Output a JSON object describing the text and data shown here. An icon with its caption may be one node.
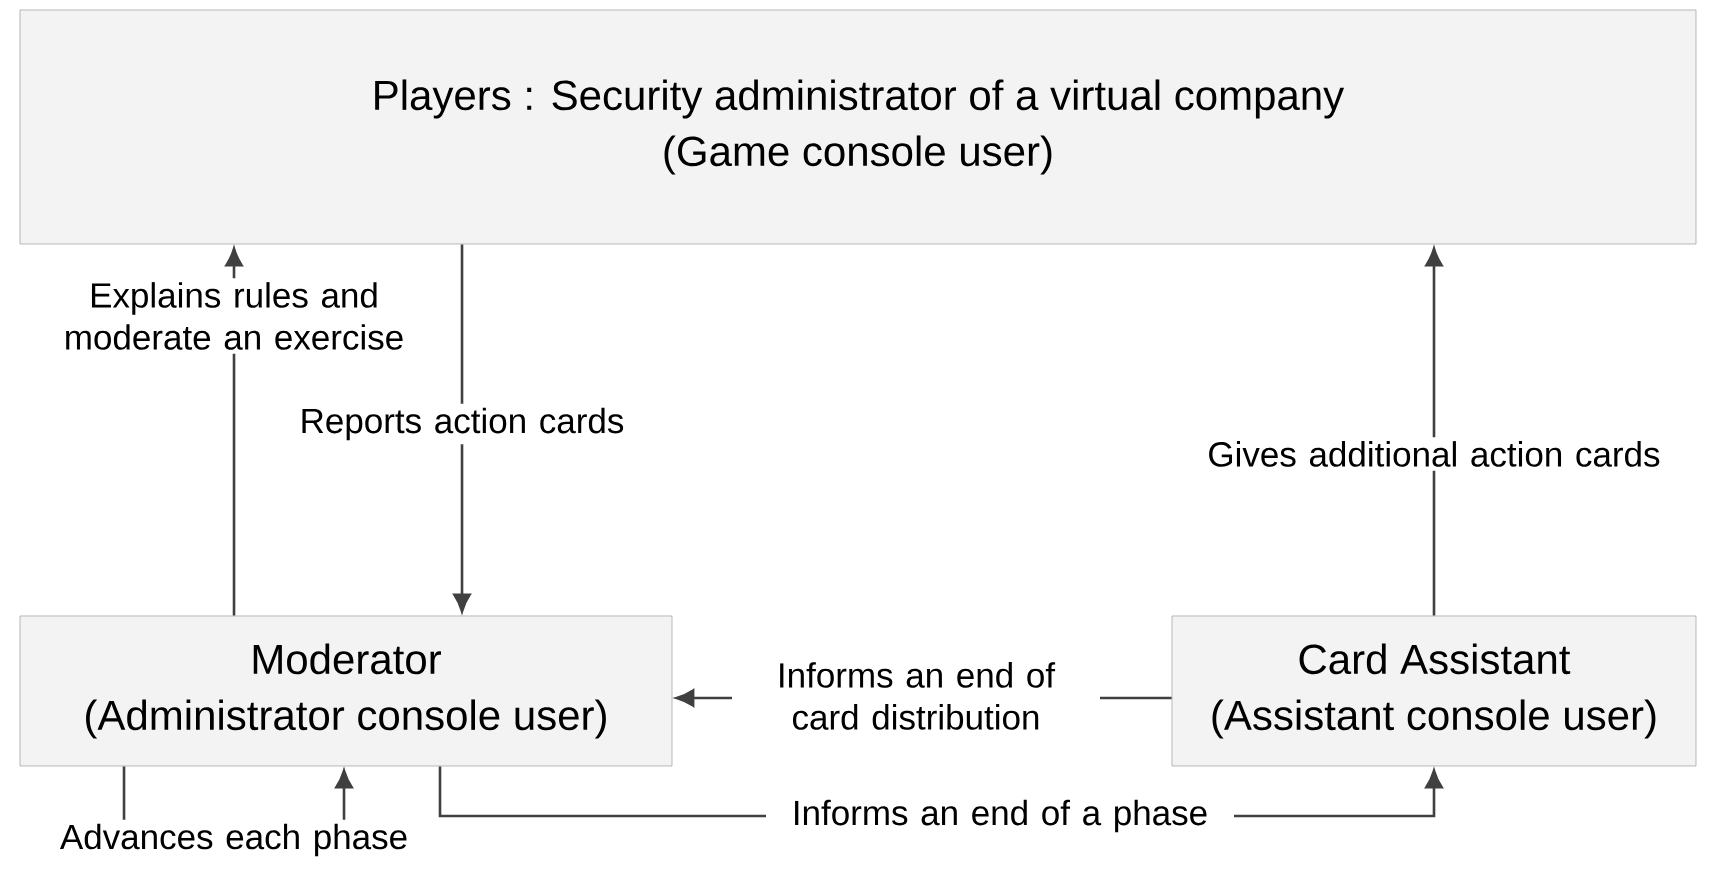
{
  "diagram": {
    "nodes": [
      {
        "text": [
          "Players : Security administrator of a virtual company",
          "(Game console user)"
        ]
      },
      {
        "text": [
          "Moderator",
          "(Administrator console user)"
        ]
      },
      {
        "text": [
          "Card Assistant",
          "(Assistant console user)"
        ]
      }
    ],
    "edges": [
      {
        "from": 1,
        "to": 0,
        "arrow": "to",
        "label": "Explains rules and moderate an exercise"
      },
      {
        "from": 0,
        "to": 1,
        "arrow": "to",
        "label": "Reports action cards"
      },
      {
        "from": 2,
        "to": 0,
        "arrow": "to",
        "label": "Gives additional action cards"
      },
      {
        "from": 2,
        "to": 1,
        "arrow": "to",
        "label": "Informs an end of card distribution"
      },
      {
        "from": 1,
        "to": 2,
        "arrow": "to",
        "label": "Informs an end of a phase"
      },
      {
        "from": 1,
        "to": 1,
        "arrow": "to",
        "label": "Advances each phase"
      }
    ]
  }
}
